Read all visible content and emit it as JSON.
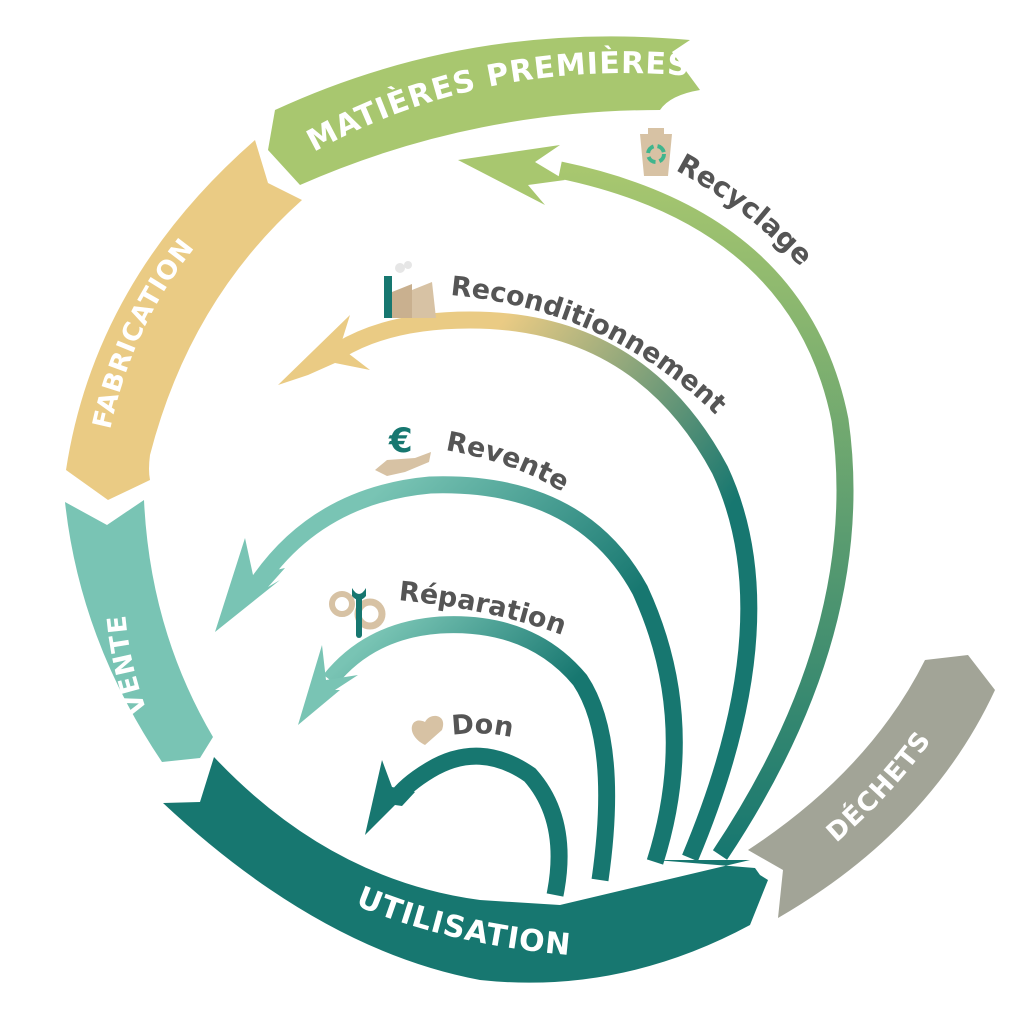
{
  "diagram": {
    "title": "Cycle de vie du produit",
    "stages": [
      {
        "id": "matieres",
        "label": "MATIÈRES PREMIÈRES",
        "color": "#a8c76f"
      },
      {
        "id": "fabrication",
        "label": "FABRICATION",
        "color": "#eacb84"
      },
      {
        "id": "vente",
        "label": "VENTE",
        "color": "#79c4b4"
      },
      {
        "id": "utilisation",
        "label": "UTILISATION",
        "color": "#177770"
      },
      {
        "id": "dechets",
        "label": "DÉCHETS",
        "color": "#a2a497"
      }
    ],
    "loops": [
      {
        "id": "recyclage",
        "label": "Recyclage",
        "icon": "recycle-bin-icon",
        "from": "utilisation",
        "to": "matieres",
        "color_start": "#177770",
        "color_end": "#a8c76f"
      },
      {
        "id": "reconditionnement",
        "label": "Reconditionnement",
        "icon": "factory-icon",
        "from": "utilisation",
        "to": "fabrication",
        "color_start": "#177770",
        "color_end": "#eacb84"
      },
      {
        "id": "revente",
        "label": "Revente",
        "icon": "euro-hand-icon",
        "from": "utilisation",
        "to": "vente",
        "color_start": "#177770",
        "color_end": "#79c4b4"
      },
      {
        "id": "reparation",
        "label": "Réparation",
        "icon": "wrench-gears-icon",
        "from": "utilisation",
        "to": "vente",
        "color_start": "#177770",
        "color_end": "#79c4b4"
      },
      {
        "id": "don",
        "label": "Don",
        "icon": "heart-icon",
        "from": "utilisation",
        "to": "utilisation",
        "color_start": "#177770",
        "color_end": "#177770"
      }
    ],
    "icon_colors": {
      "beige": "#d7c2a4",
      "teal": "#177770",
      "recycle_green": "#3fb58d"
    }
  }
}
